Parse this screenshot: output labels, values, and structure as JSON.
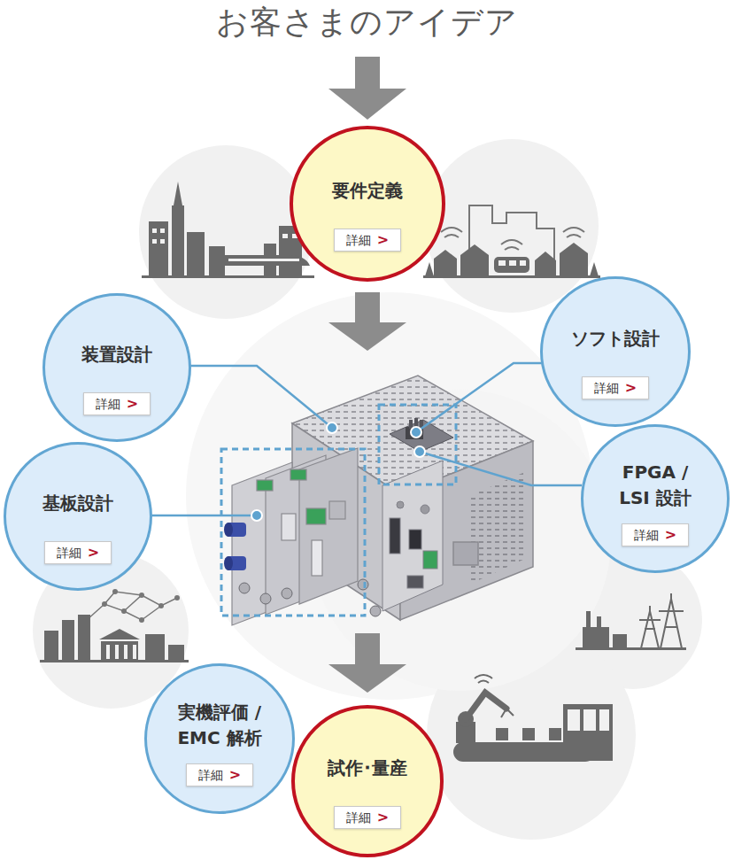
{
  "diagram": {
    "title": "お客さまのアイデア",
    "nodes": [
      {
        "text": [
          "要件定義"
        ]
      },
      {
        "text": [
          "詳細",
          ">"
        ],
        "in": 0
      },
      {
        "text": [
          "装置設計"
        ]
      },
      {
        "text": [
          "詳細",
          ">"
        ],
        "in": 2
      },
      {
        "text": [
          "ソフト設計"
        ]
      },
      {
        "text": [
          "詳細",
          ">"
        ],
        "in": 4
      },
      {
        "text": [
          "基板設計"
        ]
      },
      {
        "text": [
          "詳細",
          ">"
        ],
        "in": 6
      },
      {
        "text": [
          "FPGA / LSI 設計"
        ]
      },
      {
        "text": [
          "詳細",
          ">"
        ],
        "in": 8
      },
      {
        "text": [
          "実機評価 / EMC 解析"
        ]
      },
      {
        "text": [
          "詳細",
          ">"
        ],
        "in": 10
      },
      {
        "text": [
          "試作･量産"
        ]
      },
      {
        "text": [
          "詳細",
          ">"
        ],
        "in": 12
      }
    ]
  }
}
